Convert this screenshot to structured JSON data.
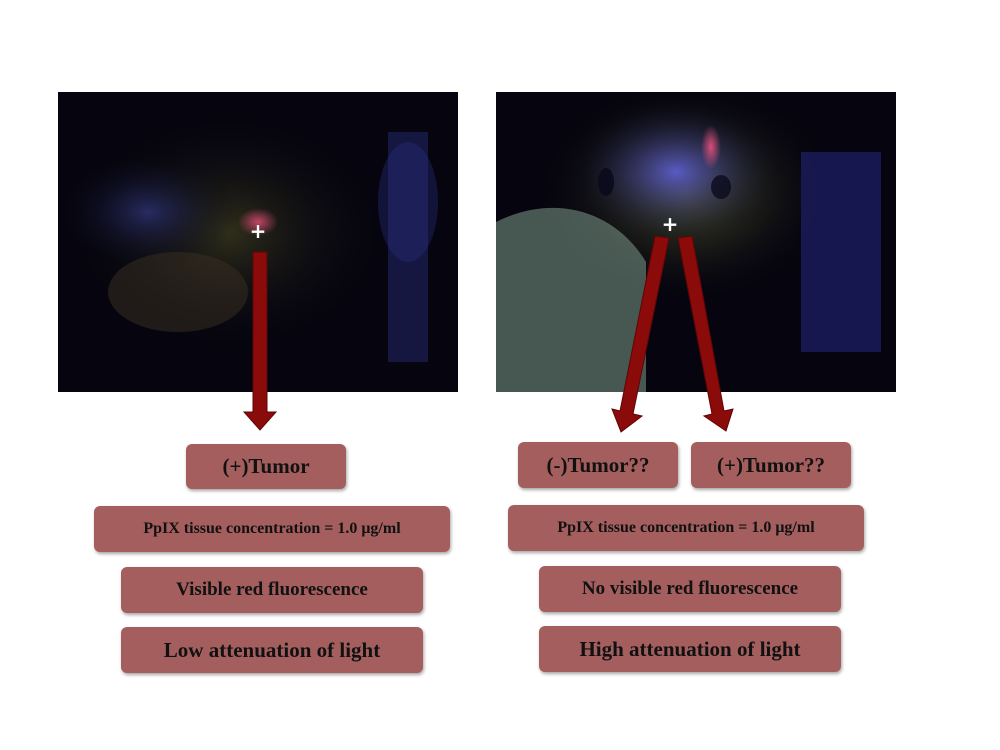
{
  "left": {
    "tumor_label": "(+)Tumor",
    "concentration": "PpIX tissue concentration = 1.0 μg/ml",
    "fluorescence": "Visible red fluorescence",
    "attenuation": "Low attenuation of light"
  },
  "right": {
    "tumor_negative_label": "(-)Tumor??",
    "tumor_positive_label": "(+)Tumor??",
    "concentration": "PpIX tissue concentration = 1.0 μg/ml",
    "fluorescence": "No visible red fluorescence",
    "attenuation": "High attenuation of light"
  },
  "colors": {
    "box_fill": "#a45e5e",
    "arrow": "#8b0a0a",
    "photo_background": "#06050f"
  }
}
